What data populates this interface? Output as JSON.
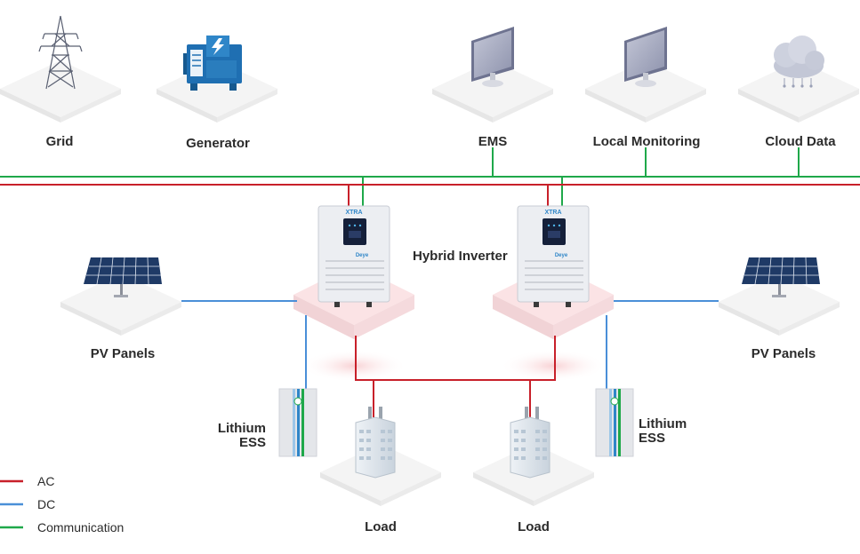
{
  "diagram": {
    "top_nodes": {
      "grid": "Grid",
      "generator": "Generator",
      "ems": "EMS",
      "local_monitoring": "Local Monitoring",
      "cloud_data": "Cloud Data"
    },
    "inverter_label": "Hybrid Inverter",
    "inverter_brand": "XTRA",
    "inverter_logo": "Deye",
    "pv_label": "PV Panels",
    "ess_label_line1": "Lithium",
    "ess_label_line2": "ESS",
    "load_label": "Load",
    "icons": [
      "transmission-tower-icon",
      "generator-icon",
      "monitor-icon",
      "cloud-icon",
      "solar-panel-icon",
      "inverter-icon",
      "battery-icon",
      "building-icon"
    ]
  },
  "legend": {
    "items": [
      {
        "label": "AC",
        "color": "#c8202a"
      },
      {
        "label": "DC",
        "color": "#4a8fd8"
      },
      {
        "label": "Communication",
        "color": "#1fa84a"
      }
    ]
  },
  "colors": {
    "ac": "#c8202a",
    "dc": "#4a8fd8",
    "communication": "#1fa84a",
    "platform": "#f4f4f4",
    "label": "#2b2b2b"
  }
}
